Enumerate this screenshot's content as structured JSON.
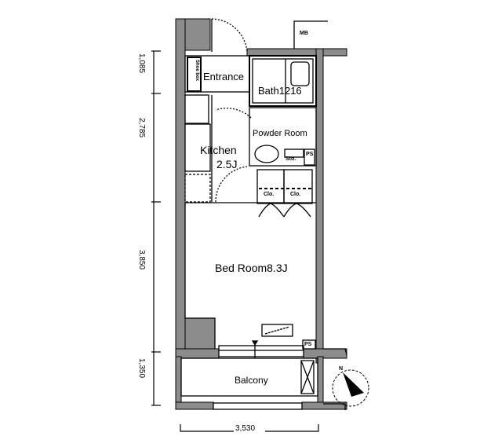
{
  "floor_plan": {
    "rooms": [
      {
        "id": "entrance",
        "label": "Entrance"
      },
      {
        "id": "bath",
        "label": "Bath1216"
      },
      {
        "id": "powder_room",
        "label": "Powder Room"
      },
      {
        "id": "kitchen",
        "label": "Kitchen",
        "size": "2.5J"
      },
      {
        "id": "bedroom",
        "label": "Bed Room8.3J"
      },
      {
        "id": "balcony",
        "label": "Balcony"
      }
    ],
    "fixtures": {
      "shoebox": "Shoe box",
      "meter_box": "MB",
      "storage": "Sto.",
      "pipe_space_1": "PS",
      "pipe_space_2": "PS",
      "closet_1": "Clo.",
      "closet_2": "Clo."
    },
    "dimensions": {
      "vertical": [
        "1,085",
        "2,785",
        "3,850",
        "1,350"
      ],
      "horizontal": "3,530"
    },
    "compass": {
      "label": "N"
    },
    "colors": {
      "wall": "#8c8c8c",
      "line": "#000000",
      "background": "#ffffff"
    }
  }
}
